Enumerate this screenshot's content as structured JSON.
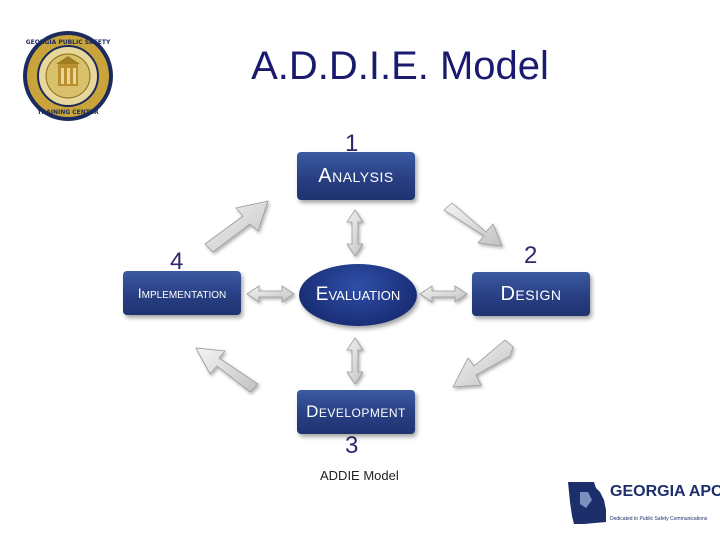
{
  "slide": {
    "title": "A.D.D.I.E. Model",
    "caption": "ADDIE Model"
  },
  "diagram": {
    "steps": [
      {
        "number": "1",
        "label": "Analysis"
      },
      {
        "number": "2",
        "label": "Design"
      },
      {
        "number": "3",
        "label": "Development"
      },
      {
        "number": "4",
        "label": "Implementation"
      }
    ],
    "center": "Evaluation"
  },
  "logos": {
    "seal_text": "GEORGIA PUBLIC SAFETY TRAINING CENTER",
    "apco_name": "GEORGIA APCO",
    "apco_tagline": "Dedicated to Public Safety Communications"
  },
  "colors": {
    "box": "#283f83",
    "title": "#1a1a6e",
    "arrow": "#d8d8d8"
  }
}
